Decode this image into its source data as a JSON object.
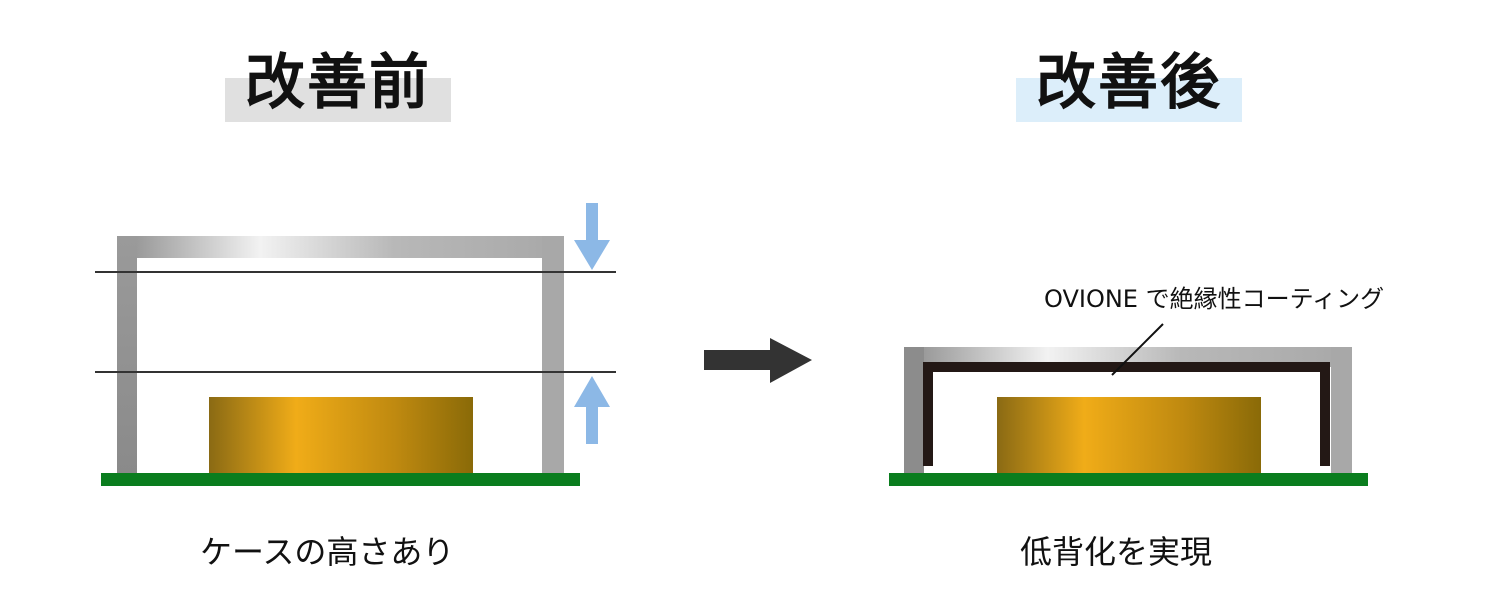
{
  "before": {
    "title": "改善前",
    "caption": "ケースの高さあり"
  },
  "after": {
    "title": "改善後",
    "caption": "低背化を実現",
    "annotation": "OVIONE で絶縁性コーティング"
  },
  "colors": {
    "board": "#0a7d1e",
    "case_gray": "#a8a8a8",
    "case_highlight": "#f2f2f2",
    "coating": "#231815",
    "component_dark": "#8a6a14",
    "component_light": "#f0ac18",
    "height_arrow": "#8cb8e6",
    "process_arrow": "#333333",
    "before_title_bg": "#e0e0e0",
    "after_title_bg": "#dceefa"
  }
}
